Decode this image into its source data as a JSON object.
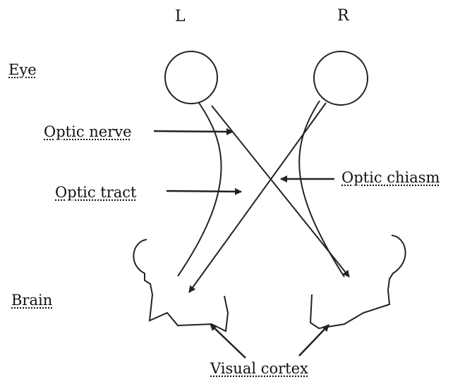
{
  "labels": {
    "left": "L",
    "right": "R",
    "eye": "Eye",
    "brain": "Brain",
    "optic_nerve": "Optic nerve",
    "optic_tract": "Optic tract",
    "optic_chiasm": "Optic chiasm",
    "visual_cortex": "Visual cortex"
  },
  "colors": {
    "stroke": "#222222",
    "text": "#111111"
  }
}
